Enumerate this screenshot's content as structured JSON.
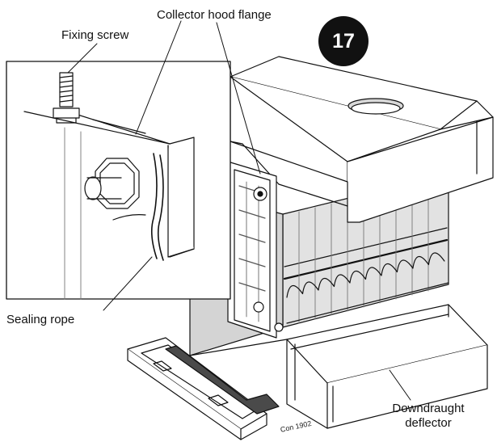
{
  "figure": {
    "step_number": "17",
    "drawing_code": "Con 1902"
  },
  "labels": {
    "collector_hood_flange": "Collector hood flange",
    "fixing_screw": "Fixing screw",
    "sealing_rope": "Sealing rope",
    "downdraught_deflector_line1": "Downdraught",
    "downdraught_deflector_line2": "deflector"
  },
  "colors": {
    "line": "#111111",
    "shade": "#d4d4d4",
    "dark_panel": "#4a4a4a",
    "badge": "#111111"
  }
}
